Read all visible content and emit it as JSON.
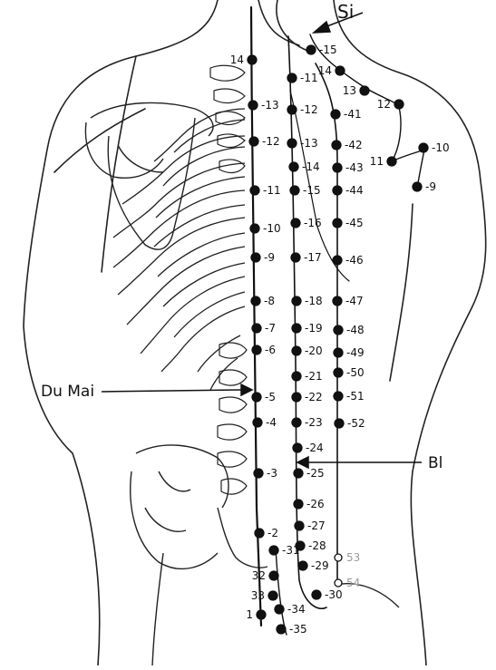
{
  "labels": {
    "si": "Si",
    "du_mai": "Du Mai",
    "bl": "Bl"
  },
  "du_mai_points": [
    "14",
    "13",
    "12",
    "11",
    "10",
    "9",
    "8",
    "7",
    "6",
    "5",
    "4",
    "3",
    "2",
    "1"
  ],
  "bl_inner_points": [
    "11",
    "12",
    "13",
    "14",
    "15",
    "16",
    "17",
    "18",
    "19",
    "20",
    "21",
    "22",
    "23",
    "24",
    "25",
    "26",
    "27",
    "28",
    "29",
    "30",
    "31",
    "32",
    "33",
    "34",
    "35"
  ],
  "bl_outer_points": [
    "41",
    "42",
    "43",
    "44",
    "45",
    "46",
    "47",
    "48",
    "49",
    "50",
    "51",
    "52",
    "53",
    "54"
  ],
  "si_points": [
    "15",
    "14",
    "13",
    "12",
    "11",
    "10",
    "9"
  ],
  "colors": {
    "ink": "#111111",
    "faint": "#9a9a9a",
    "background": "#ffffff"
  }
}
